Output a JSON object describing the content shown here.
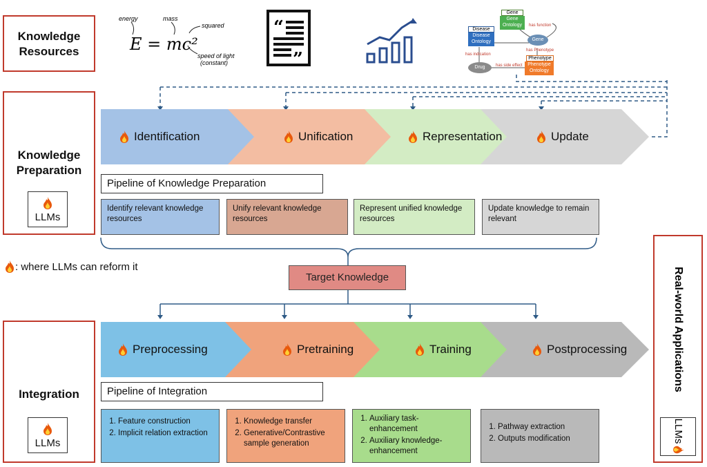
{
  "sections": {
    "knowledge_resources": [
      "Knowledge",
      "Resources"
    ],
    "knowledge_preparation": [
      "Knowledge",
      "Preparation"
    ],
    "integration": "Integration",
    "real_world": "Real-world Applications",
    "llms_label": "LLMs"
  },
  "formula": {
    "equation": "E = mc²",
    "annotations": {
      "energy": "energy",
      "mass": "mass",
      "squared": "squared",
      "speed_line1": "speed of light",
      "speed_line2": "(constant)"
    }
  },
  "ontology": {
    "gene": "Gene",
    "gene_ontology": [
      "Gene",
      "Ontology"
    ],
    "disease": "Disease",
    "disease_ontology": [
      "Disease",
      "Ontology"
    ],
    "gene_node": "Gene",
    "drug": "Drug",
    "phenotype": "Phenotype",
    "phenotype_ontology": [
      "Phenotype",
      "Ontology"
    ],
    "has_function": "has function",
    "has_phenotype": "has Phenotype",
    "has_indication": "has indication",
    "has_side_effect": "has side effect"
  },
  "preparation": {
    "stages": [
      "Identification",
      "Unification",
      "Representation",
      "Update"
    ],
    "pipeline_title": "Pipeline of Knowledge Preparation",
    "descriptions": [
      "Identify relevant knowledge resources",
      "Unify relevant knowledge resources",
      "Represent unified knowledge resources",
      "Update knowledge to remain relevant"
    ]
  },
  "legend_text": ": where LLMs can reform it",
  "target_knowledge": "Target Knowledge",
  "integration": {
    "stages": [
      "Preprocessing",
      "Pretraining",
      "Training",
      "Postprocessing"
    ],
    "pipeline_title": "Pipeline of Integration",
    "descriptions": [
      [
        "Feature construction",
        "Implicit relation extraction"
      ],
      [
        "Knowledge transfer",
        "Generative/Contrastive sample generation"
      ],
      [
        "Auxiliary task-enhancement",
        "Auxiliary knowledge-enhancement"
      ],
      [
        "Pathway extraction",
        "Outputs modification"
      ]
    ]
  },
  "colors": {
    "blue": "#a4c2e6",
    "salmon": "#f3bda2",
    "lightgreen": "#d3ecc4",
    "gray": "#d6d6d6",
    "blue2": "#7ec1e6",
    "orange2": "#f0a37c",
    "green2": "#a8dc8c",
    "gray2": "#b9b9b9",
    "target": "#e08a84",
    "red": "#c0392b",
    "dash": "#2e5a86"
  }
}
